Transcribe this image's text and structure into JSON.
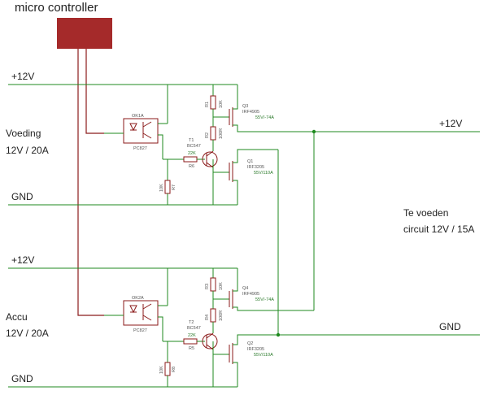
{
  "title": "micro controller",
  "colors": {
    "wire": "#1f8a1f",
    "component": "#8b1a1a",
    "mc_box": "#a52a2a"
  },
  "sources": [
    {
      "name": "Voeding",
      "rating": "12V / 20A"
    },
    {
      "name": "Accu",
      "rating": "12V / 20A"
    }
  ],
  "rails": {
    "plus12v": "+12V",
    "gnd": "GND"
  },
  "output": {
    "line1": "Te voeden",
    "line2": "circuit 12V / 15A"
  },
  "top": {
    "opto_name": "OK1A",
    "opto_part": "PC827",
    "t_name": "T1",
    "t_part": "BC547",
    "r_base_val": "22K",
    "r_base_name": "R6",
    "r_pd_val": "10K",
    "r_pd_name": "R7",
    "r1_name": "R1",
    "r1_val": "10K",
    "r2_name": "R2",
    "r2_val": "100R",
    "q_p_name": "Q3",
    "q_p_part": "IRF4905",
    "q_p_rating": "55V/-74A",
    "q_n_name": "Q1",
    "q_n_part": "IRF3205",
    "q_n_rating": "55V/110A"
  },
  "bottom": {
    "opto_name": "OK2A",
    "opto_part": "PC827",
    "t_name": "T2",
    "t_part": "BC547",
    "r_base_val": "22K",
    "r_base_name": "R5",
    "r_pd_val": "10K",
    "r_pd_name": "R8",
    "r1_name": "R3",
    "r1_val": "10K",
    "r2_name": "R4",
    "r2_val": "100R",
    "q_p_name": "Q4",
    "q_p_part": "IRF4905",
    "q_p_rating": "55V/-74A",
    "q_n_name": "Q2",
    "q_n_part": "IRF3205",
    "q_n_rating": "55V/110A"
  }
}
